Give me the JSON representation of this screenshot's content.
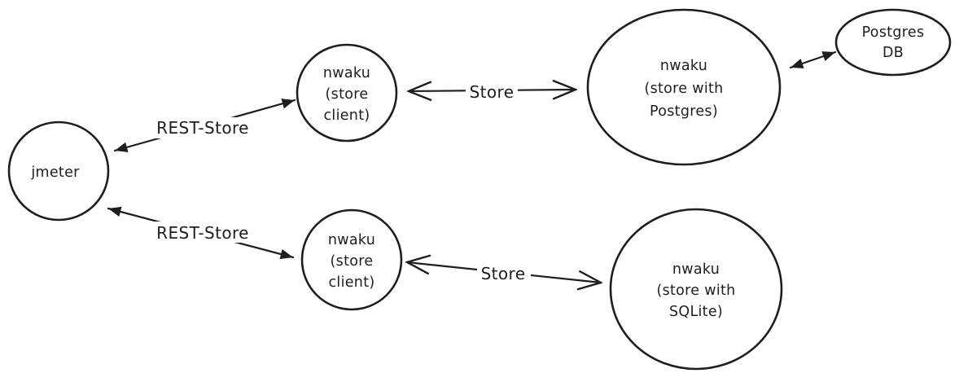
{
  "canvas": {
    "background": "#ffffff",
    "stroke_color": "#1e1e1e",
    "style": "hand-drawn sketch diagram"
  },
  "nodes": {
    "jmeter": {
      "label": "jmeter",
      "lines": [
        "jmeter"
      ],
      "shape": "circle"
    },
    "client_top": {
      "label": "nwaku (store client)",
      "lines": [
        "nwaku",
        "(store",
        "client)"
      ],
      "shape": "circle"
    },
    "store_postgres": {
      "label": "nwaku (store with Postgres)",
      "lines": [
        "nwaku",
        "(store with",
        "Postgres)"
      ],
      "shape": "ellipse"
    },
    "postgres_db": {
      "label": "Postgres DB",
      "lines": [
        "Postgres",
        "DB"
      ],
      "shape": "ellipse"
    },
    "client_bottom": {
      "label": "nwaku (store client)",
      "lines": [
        "nwaku",
        "(store",
        "client)"
      ],
      "shape": "circle"
    },
    "store_sqlite": {
      "label": "nwaku (store with SQLite)",
      "lines": [
        "nwaku",
        "(store with",
        "SQLite)"
      ],
      "shape": "circle"
    }
  },
  "edges": {
    "rest_store_top": {
      "label": "REST-Store",
      "from": "jmeter",
      "to": "client_top",
      "arrow": "double-solid"
    },
    "store_top": {
      "label": "Store",
      "from": "client_top",
      "to": "store_postgres",
      "arrow": "double-chevron"
    },
    "db_link": {
      "label": "",
      "from": "store_postgres",
      "to": "postgres_db",
      "arrow": "double-solid"
    },
    "rest_store_bottom": {
      "label": "REST-Store",
      "from": "jmeter",
      "to": "client_bottom",
      "arrow": "double-solid"
    },
    "store_bottom": {
      "label": "Store",
      "from": "client_bottom",
      "to": "store_sqlite",
      "arrow": "double-chevron"
    }
  }
}
